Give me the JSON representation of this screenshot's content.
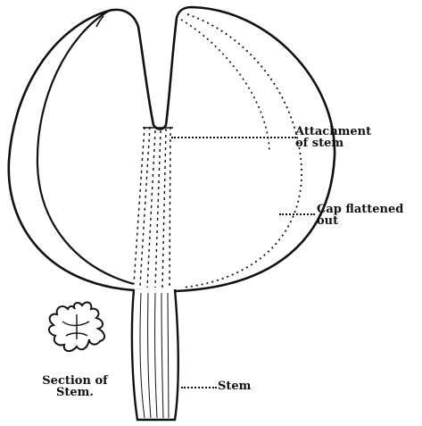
{
  "labels": {
    "attachment": {
      "line1": "Attachment",
      "line2": "of stem"
    },
    "cap": {
      "line1": "Cap flattened",
      "line2": "out"
    },
    "stem": "Stem",
    "section": {
      "line1": "Section of",
      "line2": "Stem."
    }
  },
  "colors": {
    "ink": "#111111",
    "background": "#ffffff"
  }
}
